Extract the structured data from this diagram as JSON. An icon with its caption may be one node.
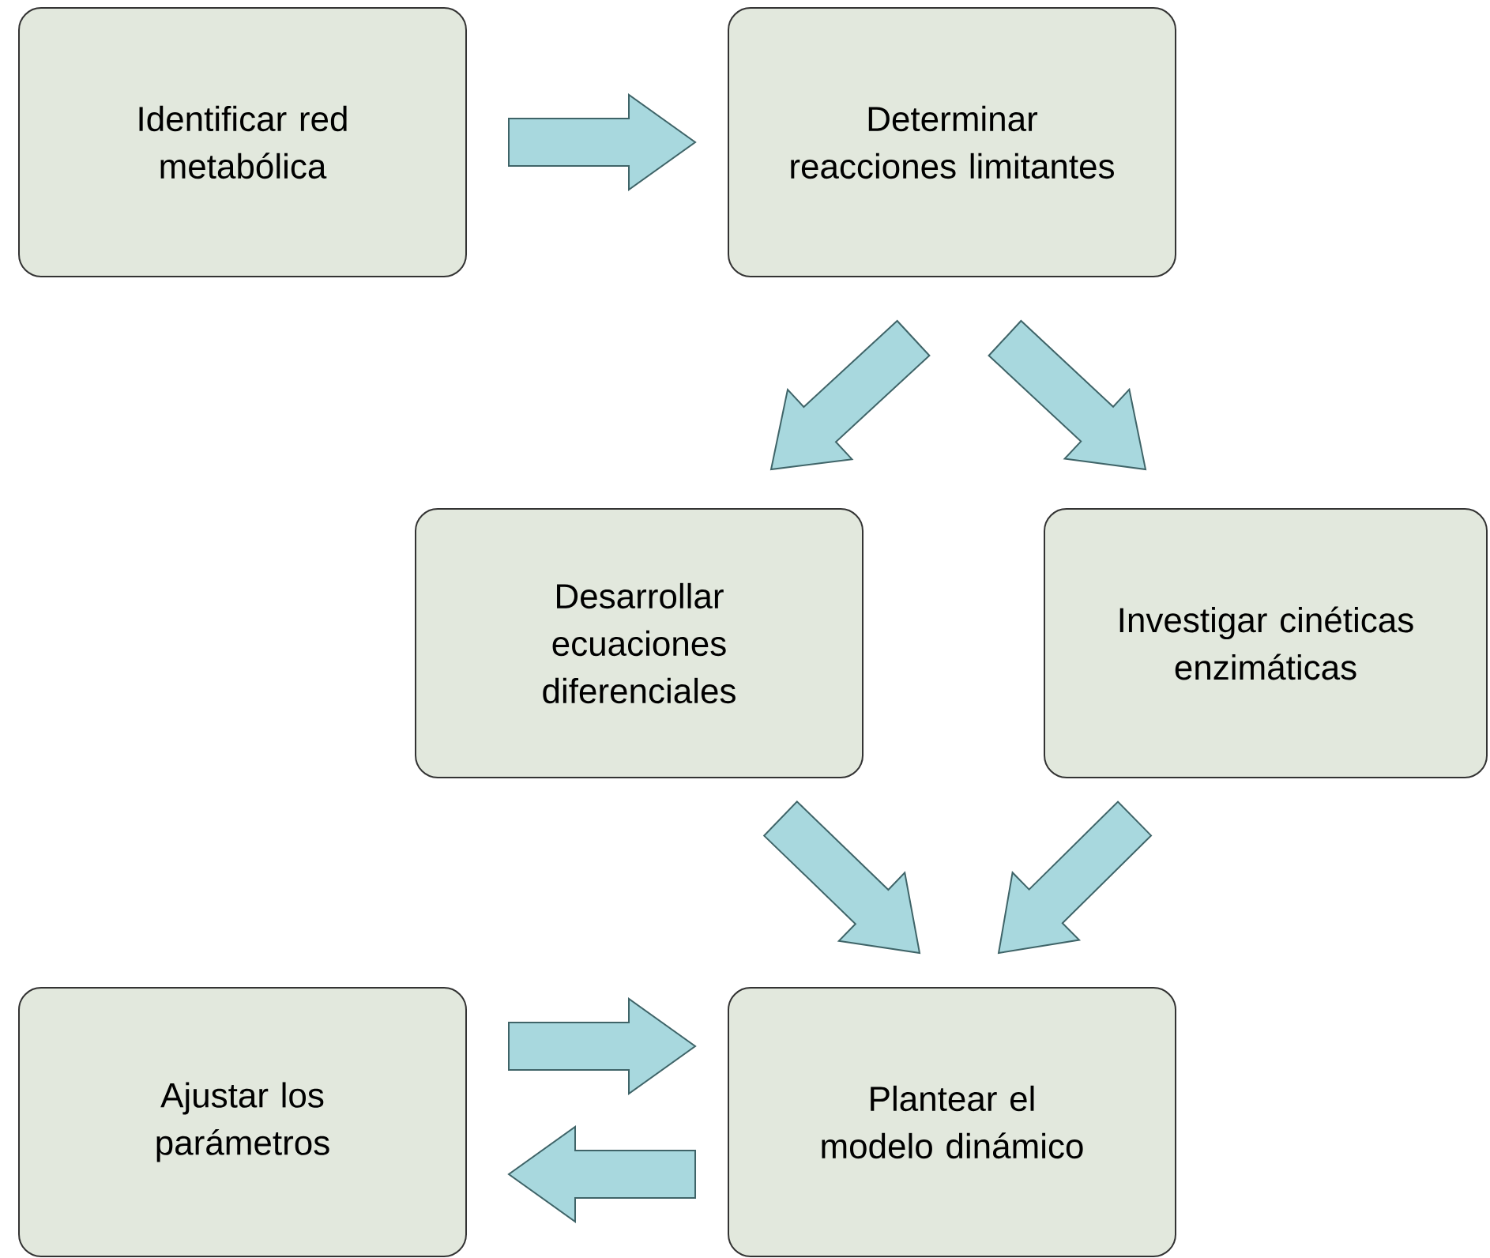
{
  "diagram": {
    "nodes": [
      {
        "text": [
          "Identificar red metabólica"
        ]
      },
      {
        "text": [
          "Determinar reacciones limitantes"
        ]
      },
      {
        "text": [
          "Desarrollar ecuaciones diferenciales"
        ]
      },
      {
        "text": [
          "Investigar cinéticas enzimáticas"
        ]
      },
      {
        "text": [
          "Ajustar los parámetros"
        ]
      },
      {
        "text": [
          "Plantear el modelo dinámico"
        ]
      }
    ],
    "edges": [
      {
        "from": 0,
        "to": 1,
        "arrow": "to"
      },
      {
        "from": 1,
        "to": 2,
        "arrow": "to"
      },
      {
        "from": 1,
        "to": 3,
        "arrow": "to"
      },
      {
        "from": 2,
        "to": 5,
        "arrow": "to"
      },
      {
        "from": 3,
        "to": 5,
        "arrow": "to"
      },
      {
        "from": 4,
        "to": 5,
        "arrow": "to"
      },
      {
        "from": 5,
        "to": 4,
        "arrow": "to"
      }
    ]
  }
}
